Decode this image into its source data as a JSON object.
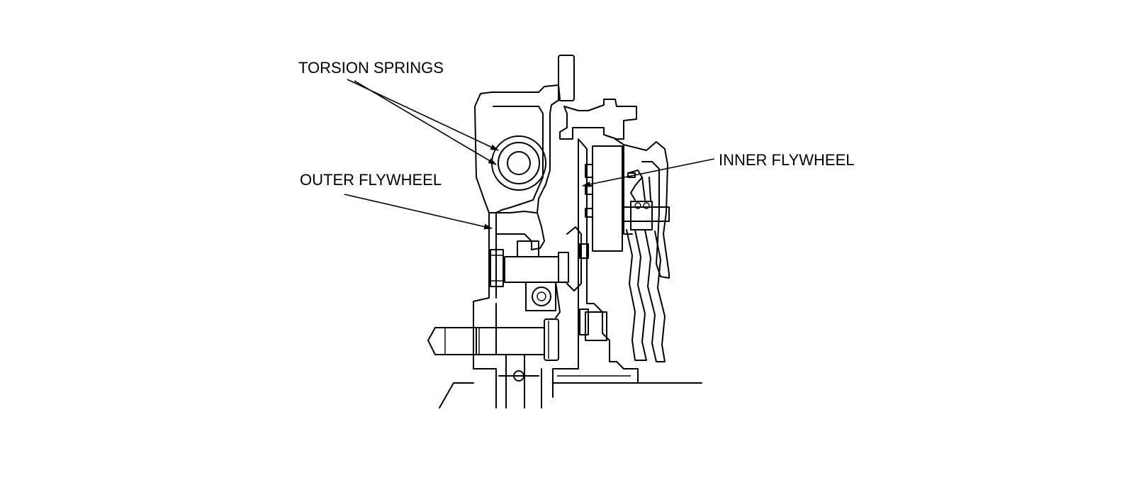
{
  "labels": {
    "torsion_springs": "TORSION SPRINGS",
    "outer_flywheel": "OUTER FLYWHEEL",
    "inner_flywheel": "INNER FLYWHEEL"
  },
  "colors": {
    "line": "#000000",
    "background": "#ffffff"
  }
}
